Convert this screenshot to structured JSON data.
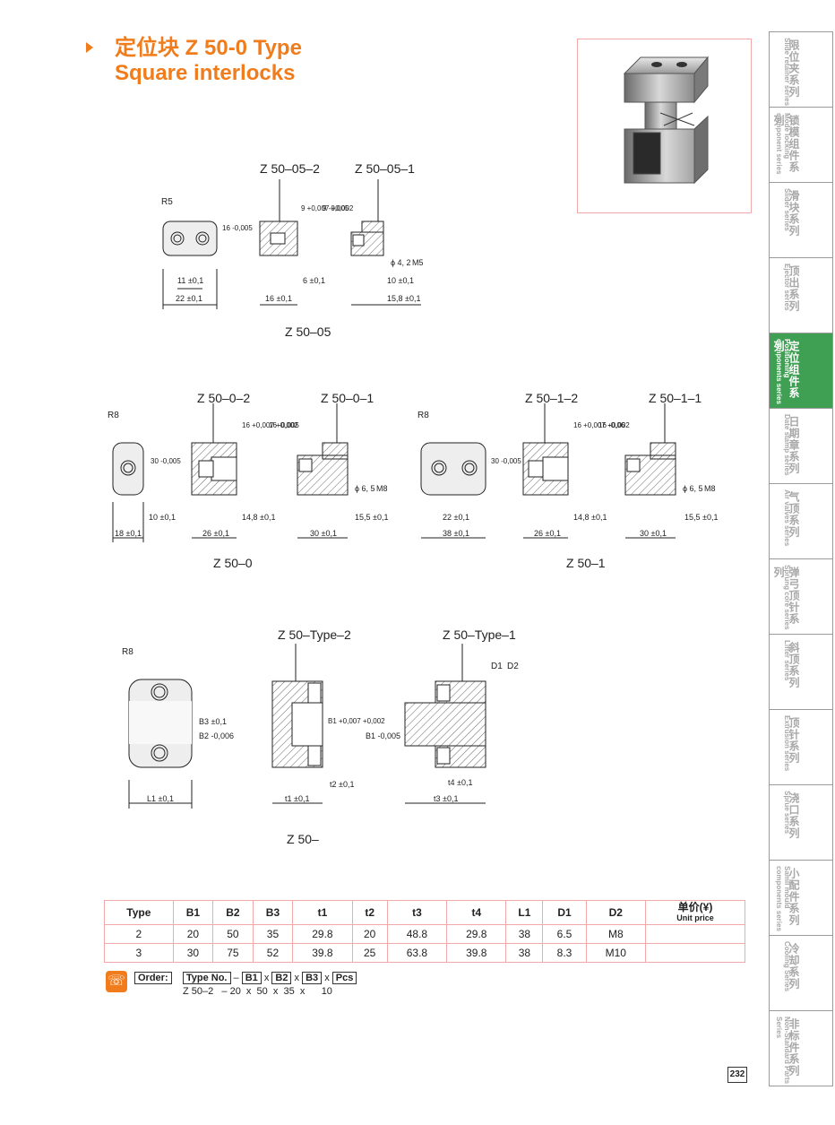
{
  "header": {
    "title_line1": "定位块 Z 50-0  Type",
    "title_line2": "Square interlocks"
  },
  "sidebar": {
    "items": [
      {
        "zh": "限位夹系列",
        "en": "Slide retainer series",
        "active": false
      },
      {
        "zh": "锁模组件系列",
        "en": "Mode locking component series",
        "active": false
      },
      {
        "zh": "滑块系列",
        "en": "Slider series",
        "active": false
      },
      {
        "zh": "顶出系列",
        "en": "Ejector series",
        "active": false
      },
      {
        "zh": "定位组件系列",
        "en": "Positioning components series",
        "active": true
      },
      {
        "zh": "日期章系列",
        "en": "Date stamp series",
        "active": false
      },
      {
        "zh": "气顶系列",
        "en": "Air valves series",
        "active": false
      },
      {
        "zh": "弹弓顶针系列",
        "en": "Sprung core series",
        "active": false
      },
      {
        "zh": "斜顶系列",
        "en": "Lifter series",
        "active": false
      },
      {
        "zh": "顶针系列",
        "en": "Extrusion series",
        "active": false
      },
      {
        "zh": "浇口系列",
        "en": "Sprue series",
        "active": false
      },
      {
        "zh": "小配件系列",
        "en": "Samll mould components series",
        "active": false
      },
      {
        "zh": "冷却系列",
        "en": "Cooling Series",
        "active": false
      },
      {
        "zh": "非标件系列",
        "en": "Non-Standard Parts Series",
        "active": false
      }
    ]
  },
  "drawings": {
    "z5005": {
      "name_2": "Z 50–05–2",
      "name_1": "Z 50–05–1",
      "caption": "Z 50–05",
      "r": "R5",
      "d_16": "16 -0,005",
      "d_9": "9 +0,007 +0,002",
      "d_9b": "9 -0,005",
      "d_11": "11 ±0,1",
      "d_22": "22 ±0,1",
      "d_16b": "16 ±0,1",
      "d_6": "6 ±0,1",
      "d_10": "10 ±0,1",
      "d_158": "15,8 ±0,1",
      "d_phi": "ϕ 4, 2",
      "d_m": "M5"
    },
    "z500": {
      "name_2": "Z 50–0–2",
      "name_1": "Z 50–0–1",
      "caption": "Z 50–0",
      "r": "R8",
      "d_30": "30 -0,005",
      "d_16": "16 +0,007 +0,002",
      "d_16b": "16 -0,005",
      "d_10": "10 ±0,1",
      "d_18": "18 ±0,1",
      "d_148": "14,8 ±0,1",
      "d_26": "26 ±0,1",
      "d_155": "15,5 ±0,1",
      "d_30b": "30 ±0,1",
      "d_phi": "ϕ 6, 5",
      "d_m": "M8"
    },
    "z501": {
      "name_2": "Z 50–1–2",
      "name_1": "Z 50–1–1",
      "caption": "Z 50–1",
      "r": "R8",
      "d_30": "30 -0,005",
      "d_16": "16 +0,007 +0,002",
      "d_16b": "16 -0,06",
      "d_22": "22 ±0,1",
      "d_38": "38 ±0,1",
      "d_148": "14,8 ±0,1",
      "d_26": "26 ±0,1",
      "d_155": "15,5 ±0,1",
      "d_30b": "30 ±0,1",
      "d_phi": "ϕ 6, 5",
      "d_m": "M8"
    },
    "z50type": {
      "name_2": "Z 50–Type–2",
      "name_1": "Z 50–Type–1",
      "caption": "Z 50–",
      "r": "R8",
      "d_b3": "B3 ±0,1",
      "d_b2": "B2 -0,006",
      "d_b1": "B1 +0,007 +0,002",
      "d_b1b": "B1 -0,005",
      "d_l1": "L1 ±0,1",
      "d_t1": "t1 ±0,1",
      "d_t2": "t2 ±0,1",
      "d_t3": "t3 ±0,1",
      "d_t4": "t4 ±0,1",
      "d_d1": "D1",
      "d_d2": "D2"
    }
  },
  "table": {
    "headers": [
      "Type",
      "B1",
      "B2",
      "B3",
      "t1",
      "t2",
      "t3",
      "t4",
      "L1",
      "D1",
      "D2",
      "单价(¥)"
    ],
    "price_sub": "Unit price",
    "rows": [
      [
        "2",
        "20",
        "50",
        "35",
        "29.8",
        "20",
        "48.8",
        "29.8",
        "38",
        "6.5",
        "M8",
        ""
      ],
      [
        "3",
        "30",
        "75",
        "52",
        "39.8",
        "25",
        "63.8",
        "39.8",
        "38",
        "8.3",
        "M10",
        ""
      ]
    ]
  },
  "order": {
    "label": "Order:",
    "fields": [
      "Type No.",
      "B1",
      "B2",
      "B3",
      "Pcs"
    ],
    "example": "Z 50–2   – 20  x  50  x  35  x      10"
  },
  "page": {
    "number": "232"
  },
  "colors": {
    "accent": "#f07c1c",
    "active_tab": "#3f9f53",
    "table_border": "#f2a8a8"
  }
}
